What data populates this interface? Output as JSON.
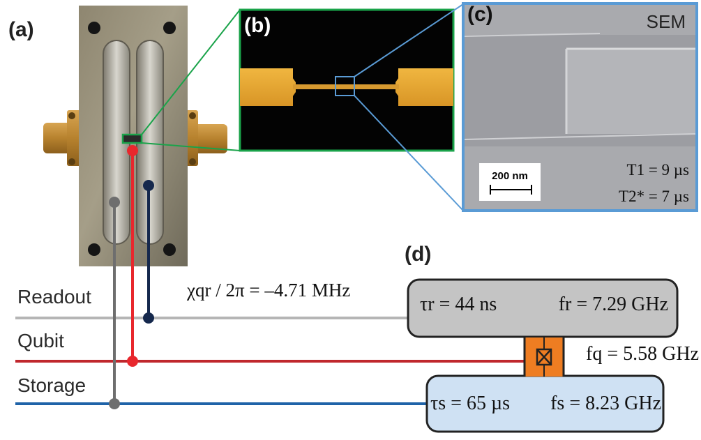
{
  "panels": {
    "a": "(a)",
    "b": "(b)",
    "c": "(c)",
    "d": "(d)"
  },
  "sem": {
    "tag": "SEM",
    "scale_bar": "200 nm",
    "t1": "T1 = 9 µs",
    "t2": "T2* = 7 µs"
  },
  "lines": {
    "readout": "Readout",
    "qubit": "Qubit",
    "storage": "Storage"
  },
  "chi": "χqr / 2π = –4.71 MHz",
  "readout_box": {
    "tau": "τr = 44 ns",
    "freq": "fr = 7.29 GHz"
  },
  "qubit_freq": "fq = 5.58 GHz",
  "storage_box": {
    "tau": "τs = 65 µs",
    "freq": "fs = 8.23 GHz"
  },
  "colors": {
    "readout_line": "#b5b5b5",
    "qubit_line": "#c0272d",
    "storage_line": "#1f63a8",
    "readout_box": "#c4c4c4",
    "storage_box": "#cfe1f3",
    "junction": "#ee7d22",
    "zoom_green": "#1aa34a",
    "zoom_blue": "#5a9bd5"
  }
}
